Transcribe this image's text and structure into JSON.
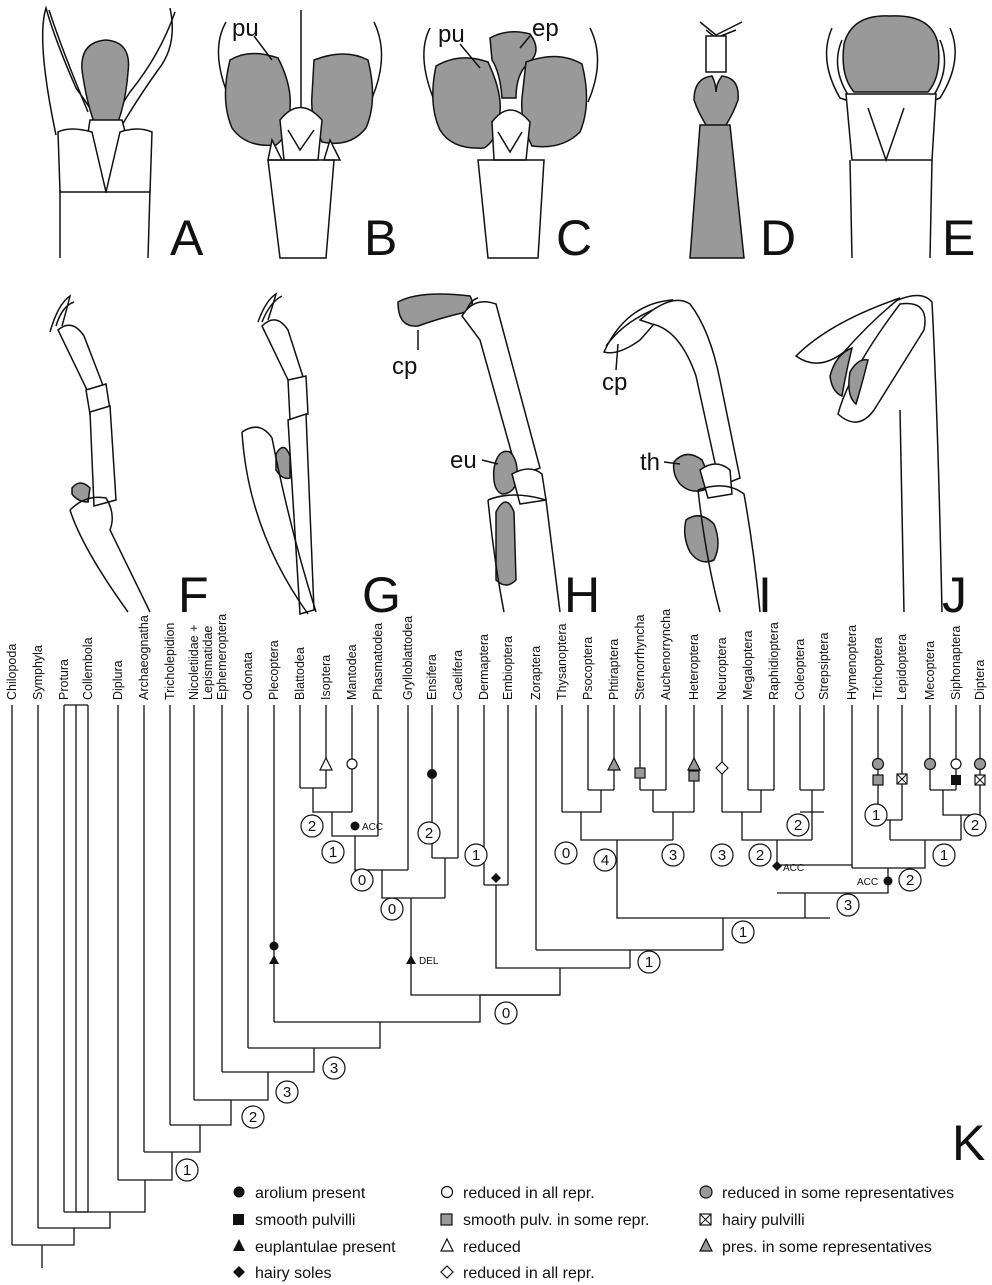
{
  "panels": {
    "A": "A",
    "B": "B",
    "C": "C",
    "D": "D",
    "E": "E",
    "F": "F",
    "G": "G",
    "H": "H",
    "I": "I",
    "J": "J",
    "K": "K"
  },
  "labels": {
    "pu": "pu",
    "ep": "ep",
    "cp": "cp",
    "eu": "eu",
    "th": "th"
  },
  "taxa": [
    "Chilopoda",
    "Symphyla",
    "Protura",
    "Collembola",
    "Diplura",
    "Archaeognatha",
    "Tricholepidion",
    "Nicoletiidae +",
    "Lepismatidae",
    "Ephemeroptera",
    "Odonata",
    "Plecoptera",
    "Blattodea",
    "Isoptera",
    "Mantodea",
    "Phasmatodea",
    "Grylloblattodea",
    "Ensifera",
    "Caelifera",
    "Dermaptera",
    "Embioptera",
    "Zoraptera",
    "Thysanoptera",
    "Psocoptera",
    "Phtiraptera",
    "Sternorrhyncha",
    "Auchenorryncha",
    "Heteroptera",
    "Neuroptera",
    "Megaloptera",
    "Raphidioptera",
    "Coleoptera",
    "Strepsiptera",
    "Hymenoptera",
    "Trichoptera",
    "Lepidoptera",
    "Mecoptera",
    "Siphonaptera",
    "Diptera"
  ],
  "node_labels": [
    "2",
    "1",
    "0",
    "0",
    "2",
    "1",
    "0",
    "4",
    "3",
    "3",
    "2",
    "2",
    "2",
    "1",
    "1",
    "2",
    "3",
    "1",
    "1",
    "0",
    "3",
    "3",
    "2",
    "1"
  ],
  "node_notes": {
    "acc": "ACC",
    "del": "DEL"
  },
  "legend": [
    "arolium present",
    "smooth pulvilli",
    "euplantulae present",
    "hairy soles",
    "reduced in all repr.",
    "smooth pulv. in some repr.",
    "reduced",
    "reduced in all repr.",
    "reduced in some representatives",
    "hairy pulvilli",
    "pres. in some representatives"
  ]
}
